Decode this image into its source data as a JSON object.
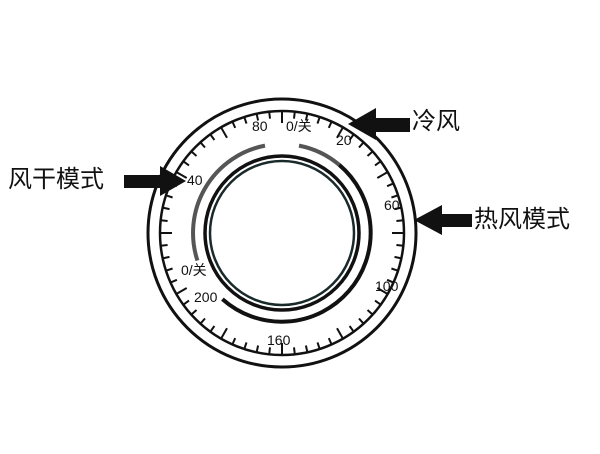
{
  "diagram": {
    "type": "rotary-dial",
    "callouts": {
      "cold_air": "冷风",
      "air_dry_mode": "风干模式",
      "hot_air_mode": "热风模式"
    },
    "scale_labels": {
      "off_top": "0/关",
      "v20": "20",
      "v40": "40",
      "v60": "60",
      "v80": "80",
      "v100": "100",
      "v160": "160",
      "v200": "200",
      "off_left": "0/关"
    },
    "colors": {
      "line": "#111111",
      "gray_arc": "#555555",
      "inner_ring": "#1a2a2a",
      "background": "#ffffff"
    }
  }
}
